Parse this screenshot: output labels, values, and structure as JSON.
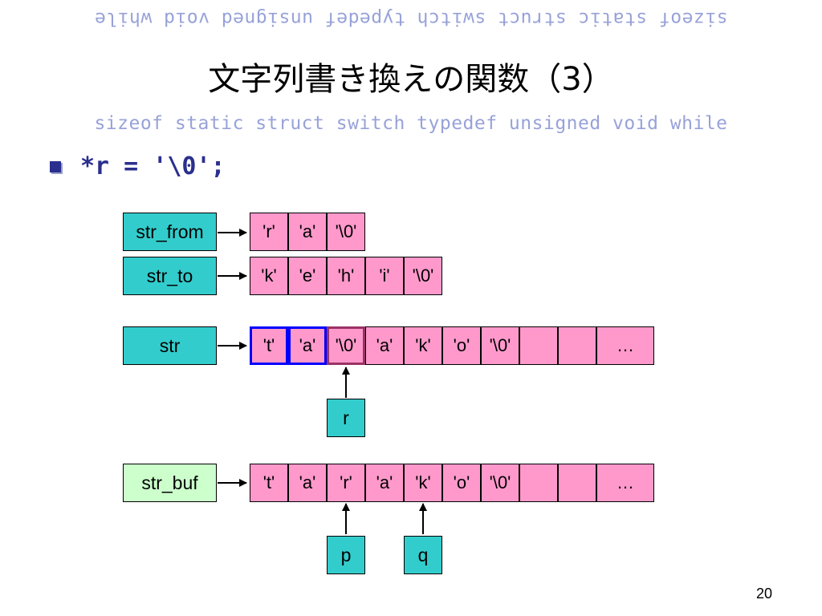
{
  "decor": {
    "keywords_top": "sizeof static struct switch typedef unsigned void while",
    "keywords_bottom": "sizeof static struct switch typedef unsigned void while"
  },
  "slide": {
    "title": "文字列書き換えの関数（3）",
    "bullet": "*r = '\\0';",
    "page_number": "20"
  },
  "diagram": {
    "str_from": {
      "label": "str_from",
      "cells": [
        "'r'",
        "'a'",
        "'\\0'"
      ]
    },
    "str_to": {
      "label": "str_to",
      "cells": [
        "'k'",
        "'e'",
        "'h'",
        "'i'",
        "'\\0'"
      ]
    },
    "str": {
      "label": "str",
      "cells": [
        "'t'",
        "'a'",
        "'\\0'",
        "'a'",
        "'k'",
        "'o'",
        "'\\0'",
        "",
        "",
        "…"
      ]
    },
    "str_buf": {
      "label": "str_buf",
      "cells": [
        "'t'",
        "'a'",
        "'r'",
        "'a'",
        "'k'",
        "'o'",
        "'\\0'",
        "",
        "",
        "…"
      ]
    },
    "pointers": {
      "r": "r",
      "p": "p",
      "q": "q"
    }
  }
}
